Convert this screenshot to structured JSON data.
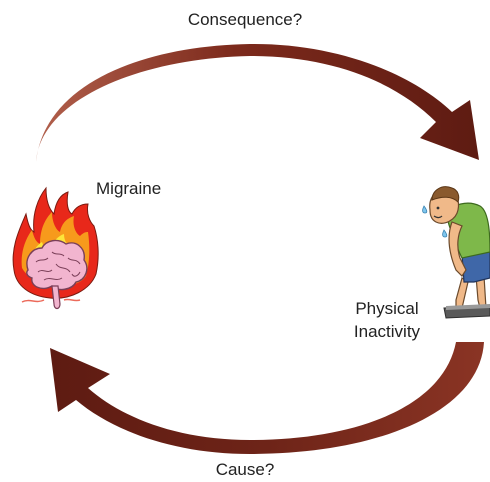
{
  "labels": {
    "consequence": "Consequence?",
    "cause": "Cause?",
    "migraine": "Migraine",
    "physical": "Physical",
    "inactivity": "Inactivity"
  },
  "colors": {
    "arrow_dark": "#5e1b12",
    "arrow_mid": "#8a3424",
    "arrow_light": "#b2604c",
    "flame_red": "#e8281a",
    "flame_orange": "#f79a1c",
    "flame_yellow": "#fde53a",
    "brain_pink": "#f2b5cf",
    "brain_outline": "#7a3f58",
    "skin": "#f0b989",
    "shirt": "#7eb84a",
    "shorts": "#3f67a8",
    "scale": "#5a5a5a"
  },
  "icons": {
    "migraine": "burning-brain-icon",
    "inactivity": "tired-man-icon"
  }
}
